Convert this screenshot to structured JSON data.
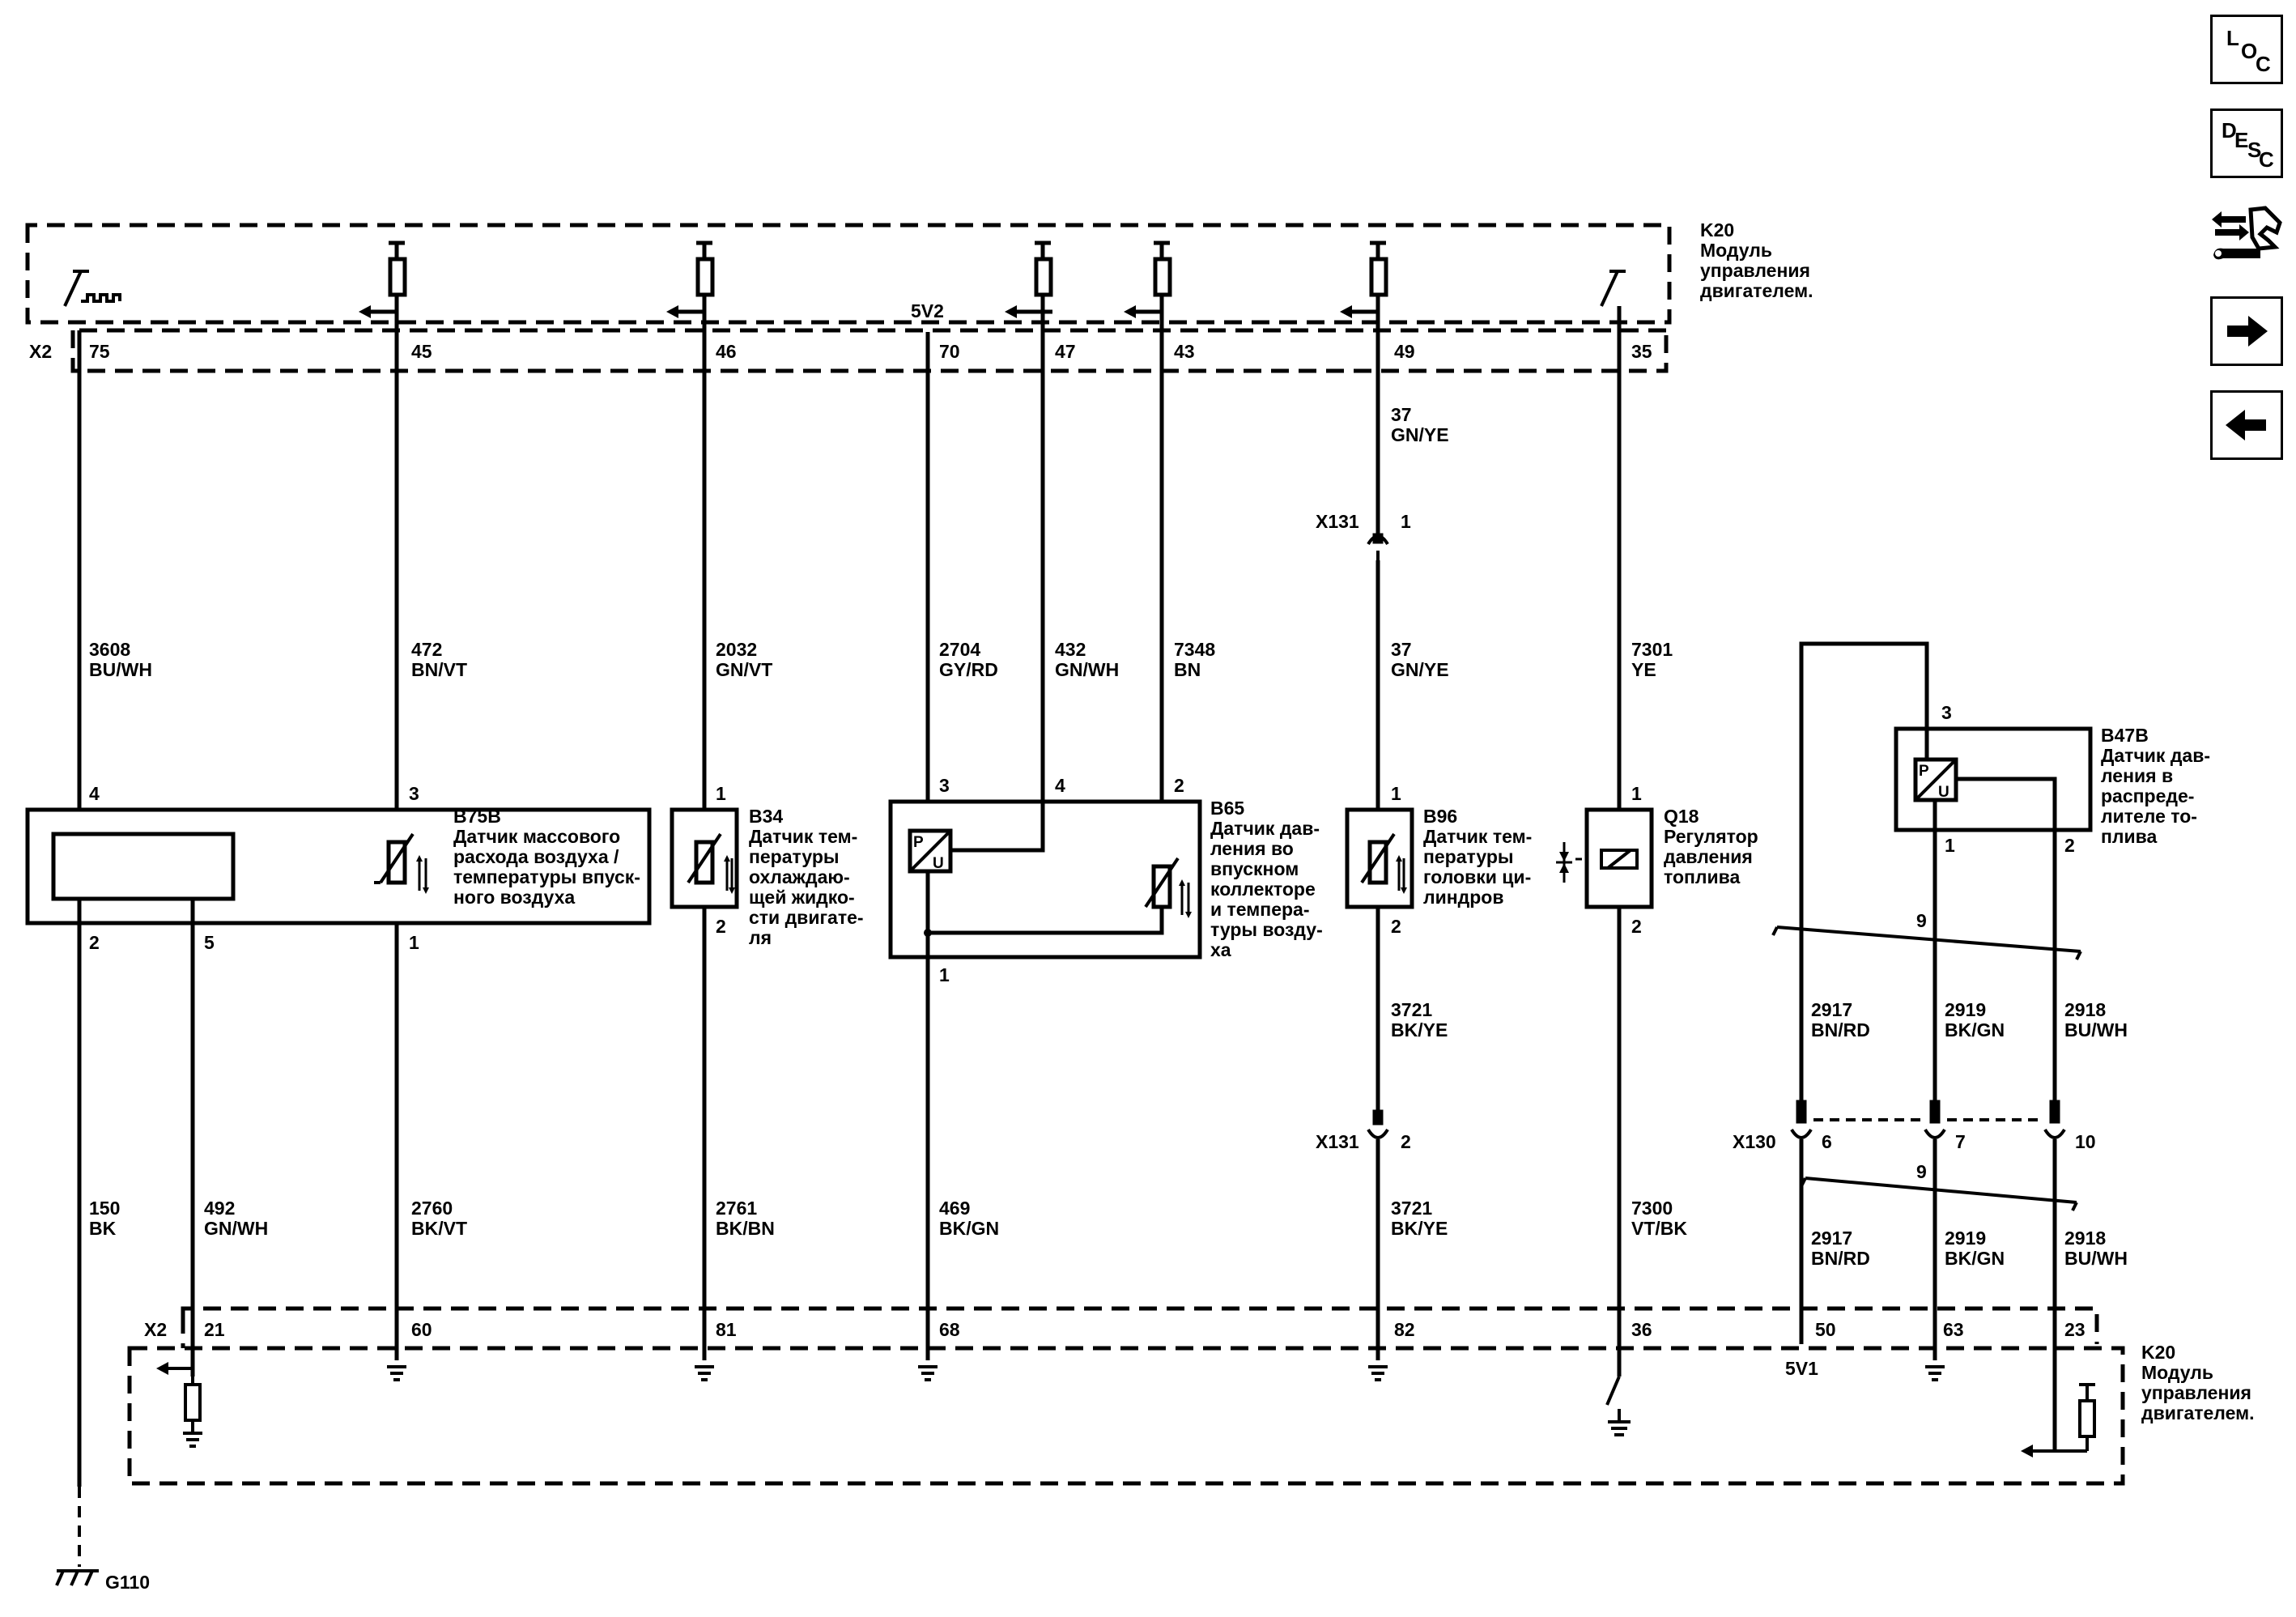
{
  "modules": {
    "top_name": "K20",
    "top_desc": [
      "Модуль",
      "управления",
      "двигателем."
    ],
    "bottom_name": "K20",
    "bottom_desc": [
      "Модуль",
      "управления",
      "двигателем."
    ],
    "top_conn": "X2",
    "bottom_conn": "X2",
    "ref_5v2": "5V2",
    "ref_5v1": "5V1"
  },
  "top_pins": [
    "75",
    "45",
    "46",
    "70",
    "47",
    "43",
    "49",
    "35"
  ],
  "bottom_pins": [
    "21",
    "60",
    "81",
    "68",
    "82",
    "36",
    "50",
    "63",
    "23"
  ],
  "wires_upper": [
    {
      "num": "3608",
      "color": "BU/WH"
    },
    {
      "num": "472",
      "color": "BN/VT"
    },
    {
      "num": "2032",
      "color": "GN/VT"
    },
    {
      "num": "2704",
      "color": "GY/RD"
    },
    {
      "num": "432",
      "color": "GN/WH"
    },
    {
      "num": "7348",
      "color": "BN"
    },
    {
      "num": "37",
      "color": "GN/YE"
    },
    {
      "num": "7301",
      "color": "YE"
    }
  ],
  "wire_37_top": {
    "num": "37",
    "color": "GN/YE"
  },
  "wire_3721_mid": {
    "num": "3721",
    "color": "BK/YE"
  },
  "wires_lower": [
    {
      "num": "150",
      "color": "BK"
    },
    {
      "num": "492",
      "color": "GN/WH"
    },
    {
      "num": "2760",
      "color": "BK/VT"
    },
    {
      "num": "2761",
      "color": "BK/BN"
    },
    {
      "num": "469",
      "color": "BK/GN"
    },
    {
      "num": "3721",
      "color": "BK/YE"
    },
    {
      "num": "7300",
      "color": "VT/BK"
    }
  ],
  "b47b_wires_upper": [
    {
      "num": "2917",
      "color": "BN/RD"
    },
    {
      "num": "2919",
      "color": "BK/GN"
    },
    {
      "num": "2918",
      "color": "BU/WH"
    }
  ],
  "b47b_wires_lower": [
    {
      "num": "2917",
      "color": "BN/RD"
    },
    {
      "num": "2919",
      "color": "BK/GN"
    },
    {
      "num": "2918",
      "color": "BU/WH"
    }
  ],
  "inline": {
    "x131": "X131",
    "x131_pin_a": "1",
    "x131_pin_b": "2",
    "x130": "X130",
    "x130_pins": [
      "6",
      "7",
      "10"
    ],
    "twist": "9",
    "ground": "G110"
  },
  "components": {
    "b75b": {
      "name": "B75B",
      "desc": [
        "Датчик массового",
        "расхода воздуха /",
        "температуры впуск-",
        "ного воздуха"
      ],
      "pins": [
        "4",
        "3",
        "2",
        "5",
        "1"
      ]
    },
    "b34": {
      "name": "B34",
      "desc": [
        "Датчик тем-",
        "пературы",
        "охлаждаю-",
        "щей жидко-",
        "сти двигате-",
        "ля"
      ],
      "pins": [
        "1",
        "2"
      ]
    },
    "b65": {
      "name": "B65",
      "desc": [
        "Датчик дав-",
        "ления во",
        "впускном",
        "коллекторе",
        "и темпера-",
        "туры возду-",
        "ха"
      ],
      "pins": [
        "3",
        "4",
        "2",
        "1"
      ]
    },
    "b96": {
      "name": "B96",
      "desc": [
        "Датчик тем-",
        "пературы",
        "головки ци-",
        "линдров"
      ],
      "pins": [
        "1",
        "2"
      ]
    },
    "q18": {
      "name": "Q18",
      "desc": [
        "Регулятор",
        "давления",
        "топлива"
      ],
      "pins": [
        "1",
        "2"
      ]
    },
    "b47b": {
      "name": "B47B",
      "desc": [
        "Датчик дав-",
        "ления в",
        "распреде-",
        "лителе то-",
        "плива"
      ],
      "pins": [
        "3",
        "1",
        "2"
      ]
    }
  },
  "pu_label": {
    "p": "P",
    "u": "U"
  },
  "nav": {
    "loc": {
      "l": "L",
      "o": "O",
      "c": "C"
    },
    "desc": {
      "d": "D",
      "e": "E",
      "s": "S",
      "c": "C"
    },
    "icons": [
      "wrench-schematic-icon",
      "arrow-right-icon",
      "arrow-left-icon"
    ]
  }
}
